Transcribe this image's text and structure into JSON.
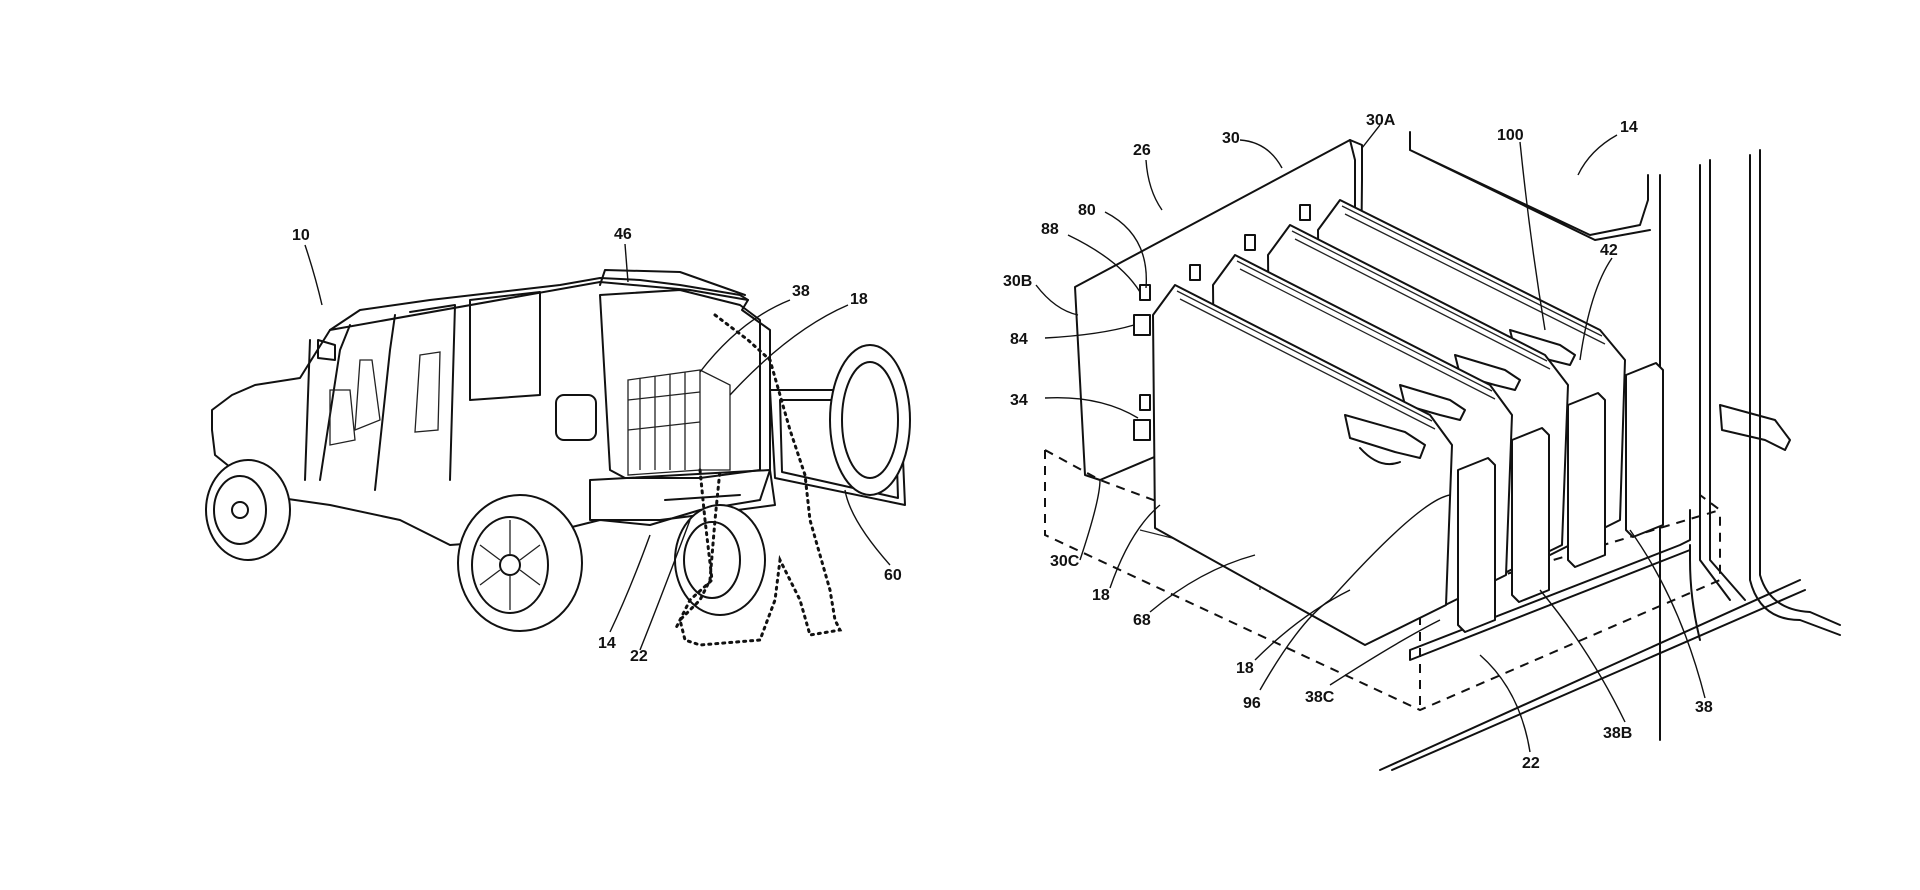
{
  "figures": {
    "vehicle": {
      "labels": {
        "l10": "10",
        "l46": "46",
        "l38": "38",
        "l18": "18",
        "l60": "60",
        "l14": "14",
        "l22": "22"
      }
    },
    "storage": {
      "labels": {
        "l26": "26",
        "l30": "30",
        "l30A": "30A",
        "l100": "100",
        "l14": "14",
        "l80": "80",
        "l88": "88",
        "l42": "42",
        "l30B": "30B",
        "l84": "84",
        "l34": "34",
        "l30C": "30C",
        "l18a": "18",
        "l68": "68",
        "l18b": "18",
        "l96": "96",
        "l38C": "38C",
        "l38": "38",
        "l38B": "38B",
        "l22": "22"
      }
    }
  }
}
